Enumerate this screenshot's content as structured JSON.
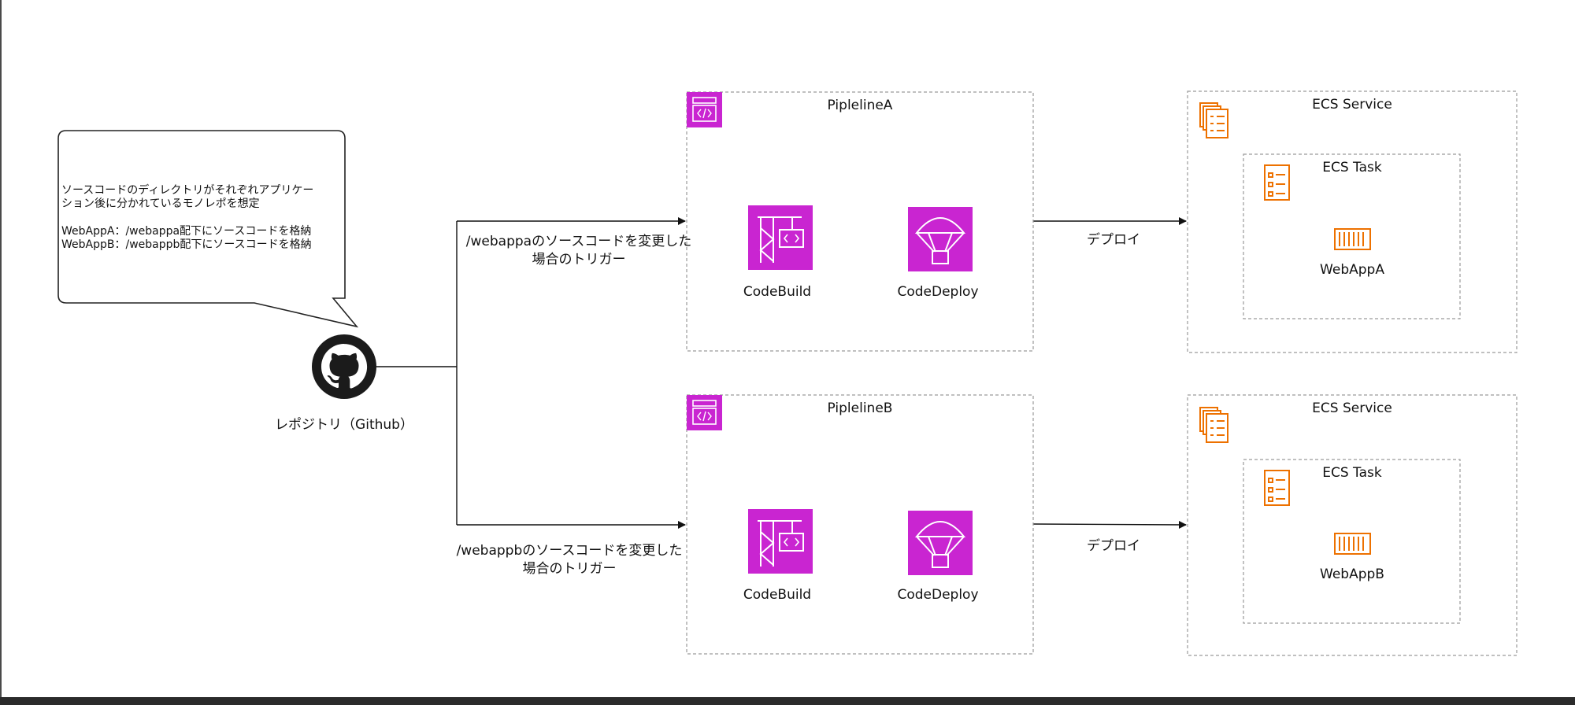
{
  "callout": {
    "line1": "ソースコードのディレクトリがそれぞれアプリケー",
    "line2": "ション後に分かれているモノレポを想定",
    "line3": "WebAppA：/webappa配下にソースコードを格納",
    "line4": "WebAppB：/webappb配下にソースコードを格納"
  },
  "repo": {
    "label": "レポジトリ（Github）",
    "icon": "github-icon"
  },
  "trigger_a": {
    "line1": "/webappaのソースコードを変更した",
    "line2": "場合のトリガー"
  },
  "trigger_b": {
    "line1": "/webappbのソースコードを変更した",
    "line2": "場合のトリガー"
  },
  "pipelines": [
    {
      "title": "PiplelineA",
      "build_label": "CodeBuild",
      "deploy_label": "CodeDeploy"
    },
    {
      "title": "PiplelineB",
      "build_label": "CodeBuild",
      "deploy_label": "CodeDeploy"
    }
  ],
  "deploy_label_a": "デプロイ",
  "deploy_label_b": "デプロイ",
  "services": [
    {
      "title": "ECS Service",
      "task_title": "ECS Task",
      "app_label": "WebAppA"
    },
    {
      "title": "ECS Service",
      "task_title": "ECS Task",
      "app_label": "WebAppB"
    }
  ],
  "colors": {
    "aws_purple": "#C925D1",
    "ecs_orange": "#ED7100",
    "dashed_border": "#9a9a9a",
    "line": "#111111"
  }
}
